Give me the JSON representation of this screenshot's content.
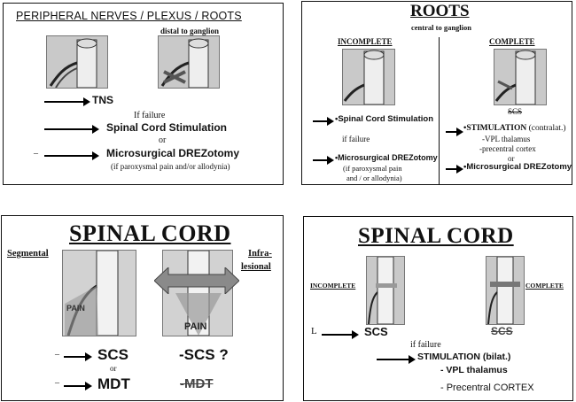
{
  "panel1": {
    "title": "PERIPHERAL NERVES  /  PLEXUS  /  ROOTS",
    "distal": "distal to ganglion",
    "tns": "TNS",
    "if_failure": "If failure",
    "scs": "Spinal Cord Stimulation",
    "or": "or",
    "drez": "Microsurgical DREZotomy",
    "note": "(if paroxysmal pain and/or allodynia)",
    "dash": "_"
  },
  "panel2": {
    "title": "ROOTS",
    "subtitle": "central to ganglion",
    "incomplete": "INCOMPLETE",
    "complete": "COMPLETE",
    "scs": "•Spinal Cord Stimulation",
    "if_failure": "if failure",
    "drez": "•Microsurgical DREZotomy",
    "note1": "(if paroxysmal pain",
    "note2": "and / or allodynia)",
    "scs_crossed": "SCS",
    "stim": "•STIMULATION",
    "stim_sub": "(contralat.)",
    "vpl": "-VPL thalamus",
    "precentral": "-precentral cortex",
    "or": "or",
    "drez2": "•Microsurgical DREZotomy"
  },
  "panel3": {
    "title": "SPINAL CORD",
    "segmental": "Segmental",
    "infra1": "Infra-",
    "infra2": "lesional",
    "pain1": "PAIN",
    "pain2": "PAIN",
    "scs": "SCS",
    "scs_q": "-SCS ?",
    "or": "or",
    "mdt": "MDT",
    "mdt_crossed": "-MDT",
    "dash": "_"
  },
  "panel4": {
    "title": "SPINAL CORD",
    "incomplete": "INCOMPLETE",
    "complete": "COMPLETE",
    "scs": "SCS",
    "scs_crossed": "SCS",
    "if_failure": "if failure",
    "stim": "STIMULATION (bilat.)",
    "vpl": "- VPL thalamus",
    "cortex": "- Precentral CORTEX",
    "mark": "L"
  },
  "colors": {
    "ink": "#111111",
    "image_gray": "#c9c9c9",
    "arrow_gray": "#8a8a8a",
    "cross_dark": "#222222"
  },
  "icons": [
    "spinal-cord-illustration",
    "nerve-root-illustration",
    "double-arrow-icon",
    "cross-mark-icon",
    "right-arrow-icon"
  ]
}
